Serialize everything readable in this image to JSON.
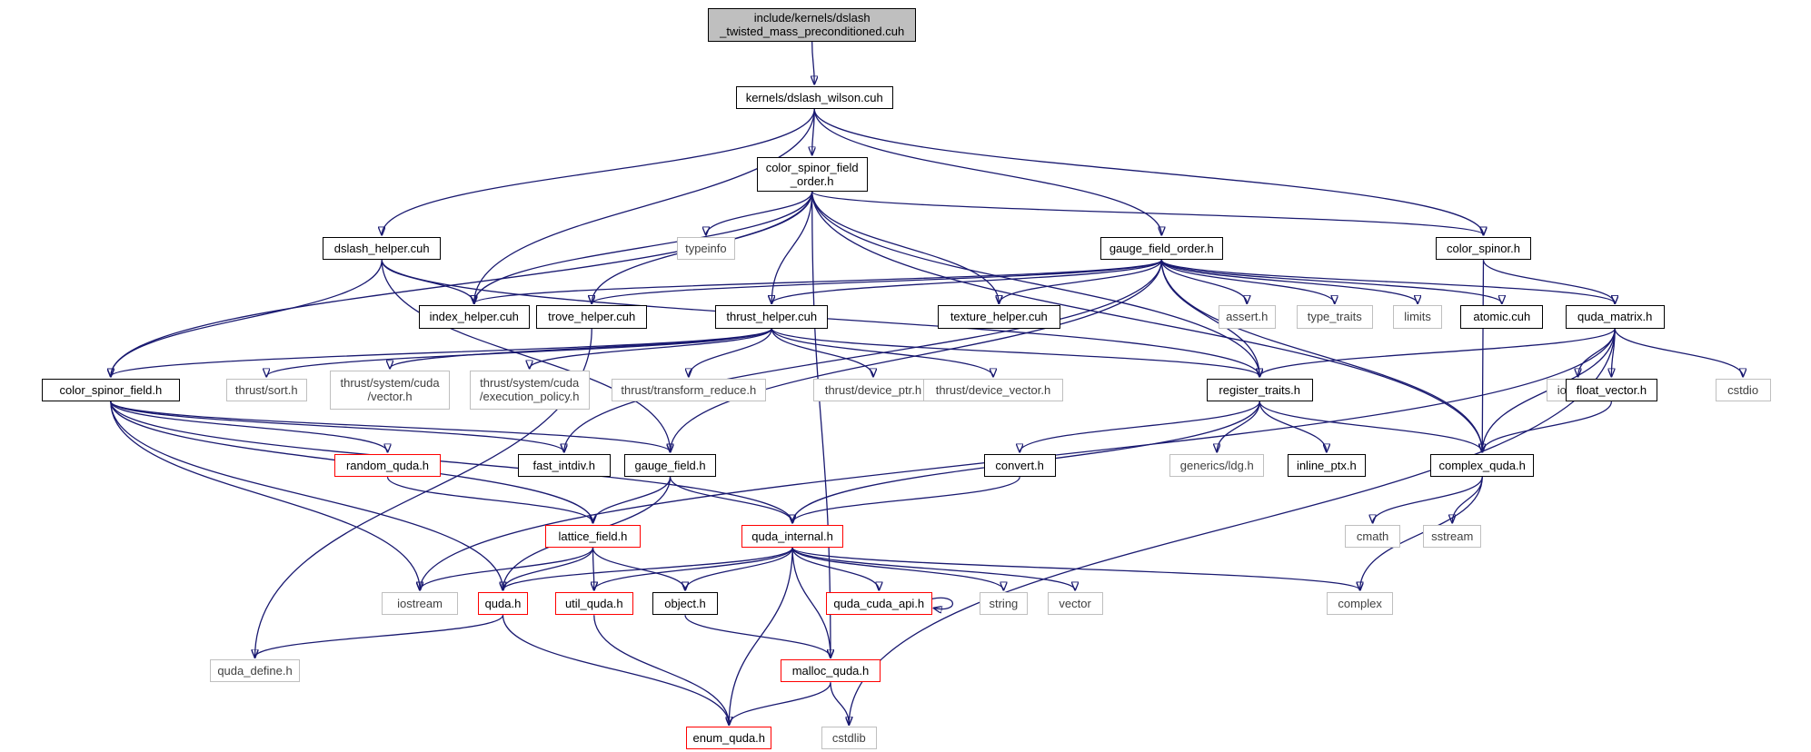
{
  "colors": {
    "edge": "#191970",
    "root_fill": "#bfbfbf",
    "gray_border": "#bfbfbf",
    "red_border": "#ff0000",
    "normal_border": "#000000"
  },
  "nodes": [
    {
      "id": "root",
      "label": "include/kernels/dslash\n_twisted_mass_preconditioned.cuh",
      "style": "root"
    },
    {
      "id": "dslash_wilson",
      "label": "kernels/dslash_wilson.cuh",
      "style": "normal"
    },
    {
      "id": "csfo",
      "label": "color_spinor_field\n_order.h",
      "style": "normal"
    },
    {
      "id": "dslash_helper",
      "label": "dslash_helper.cuh",
      "style": "normal"
    },
    {
      "id": "typeinfo",
      "label": "typeinfo",
      "style": "gray"
    },
    {
      "id": "gfo",
      "label": "gauge_field_order.h",
      "style": "normal"
    },
    {
      "id": "color_spinor",
      "label": "color_spinor.h",
      "style": "normal"
    },
    {
      "id": "index_helper",
      "label": "index_helper.cuh",
      "style": "normal"
    },
    {
      "id": "trove_helper",
      "label": "trove_helper.cuh",
      "style": "normal"
    },
    {
      "id": "thrust_helper",
      "label": "thrust_helper.cuh",
      "style": "normal"
    },
    {
      "id": "texture_helper",
      "label": "texture_helper.cuh",
      "style": "normal"
    },
    {
      "id": "assert",
      "label": "assert.h",
      "style": "gray"
    },
    {
      "id": "type_traits",
      "label": "type_traits",
      "style": "gray"
    },
    {
      "id": "limits",
      "label": "limits",
      "style": "gray"
    },
    {
      "id": "atomic",
      "label": "atomic.cuh",
      "style": "normal"
    },
    {
      "id": "quda_matrix",
      "label": "quda_matrix.h",
      "style": "normal"
    },
    {
      "id": "csf",
      "label": "color_spinor_field.h",
      "style": "normal"
    },
    {
      "id": "thrust_sort",
      "label": "thrust/sort.h",
      "style": "gray"
    },
    {
      "id": "thrust_cuda_vector",
      "label": "thrust/system/cuda\n/vector.h",
      "style": "gray"
    },
    {
      "id": "thrust_exec",
      "label": "thrust/system/cuda\n/execution_policy.h",
      "style": "gray"
    },
    {
      "id": "thrust_tr",
      "label": "thrust/transform_reduce.h",
      "style": "gray"
    },
    {
      "id": "thrust_dptr",
      "label": "thrust/device_ptr.h",
      "style": "gray"
    },
    {
      "id": "thrust_dvec",
      "label": "thrust/device_vector.h",
      "style": "gray"
    },
    {
      "id": "register_traits",
      "label": "register_traits.h",
      "style": "normal"
    },
    {
      "id": "iomanip",
      "label": "iomanip",
      "style": "gray"
    },
    {
      "id": "float_vector",
      "label": "float_vector.h",
      "style": "normal"
    },
    {
      "id": "cstdio",
      "label": "cstdio",
      "style": "gray"
    },
    {
      "id": "random_quda",
      "label": "random_quda.h",
      "style": "red"
    },
    {
      "id": "fast_intdiv",
      "label": "fast_intdiv.h",
      "style": "normal"
    },
    {
      "id": "gauge_field",
      "label": "gauge_field.h",
      "style": "normal"
    },
    {
      "id": "convert",
      "label": "convert.h",
      "style": "normal"
    },
    {
      "id": "generics_ldg",
      "label": "generics/ldg.h",
      "style": "gray"
    },
    {
      "id": "inline_ptx",
      "label": "inline_ptx.h",
      "style": "normal"
    },
    {
      "id": "complex_quda",
      "label": "complex_quda.h",
      "style": "normal"
    },
    {
      "id": "lattice_field",
      "label": "lattice_field.h",
      "style": "red"
    },
    {
      "id": "quda_internal",
      "label": "quda_internal.h",
      "style": "red"
    },
    {
      "id": "cmath",
      "label": "cmath",
      "style": "gray"
    },
    {
      "id": "sstream",
      "label": "sstream",
      "style": "gray"
    },
    {
      "id": "iostream",
      "label": "iostream",
      "style": "gray"
    },
    {
      "id": "quda_h",
      "label": "quda.h",
      "style": "red"
    },
    {
      "id": "util_quda",
      "label": "util_quda.h",
      "style": "red"
    },
    {
      "id": "object",
      "label": "object.h",
      "style": "normal"
    },
    {
      "id": "quda_cuda_api",
      "label": "quda_cuda_api.h",
      "style": "red"
    },
    {
      "id": "string",
      "label": "string",
      "style": "gray"
    },
    {
      "id": "vector",
      "label": "vector",
      "style": "gray"
    },
    {
      "id": "complex",
      "label": "complex",
      "style": "gray"
    },
    {
      "id": "quda_define",
      "label": "quda_define.h",
      "style": "gray"
    },
    {
      "id": "malloc_quda",
      "label": "malloc_quda.h",
      "style": "red"
    },
    {
      "id": "enum_quda",
      "label": "enum_quda.h",
      "style": "red"
    },
    {
      "id": "cstdlib",
      "label": "cstdlib",
      "style": "gray"
    }
  ],
  "edges": [
    [
      "root",
      "dslash_wilson"
    ],
    [
      "dslash_wilson",
      "csfo"
    ],
    [
      "dslash_wilson",
      "dslash_helper"
    ],
    [
      "dslash_wilson",
      "index_helper"
    ],
    [
      "dslash_wilson",
      "gfo"
    ],
    [
      "dslash_wilson",
      "color_spinor"
    ],
    [
      "csfo",
      "typeinfo"
    ],
    [
      "csfo",
      "index_helper"
    ],
    [
      "csfo",
      "trove_helper"
    ],
    [
      "csfo",
      "thrust_helper"
    ],
    [
      "csfo",
      "texture_helper"
    ],
    [
      "csfo",
      "color_spinor"
    ],
    [
      "csfo",
      "register_traits"
    ],
    [
      "csfo",
      "csf"
    ],
    [
      "csfo",
      "malloc_quda"
    ],
    [
      "csfo",
      "complex_quda"
    ],
    [
      "dslash_helper",
      "index_helper"
    ],
    [
      "dslash_helper",
      "csf"
    ],
    [
      "dslash_helper",
      "register_traits"
    ],
    [
      "dslash_helper",
      "gauge_field"
    ],
    [
      "gfo",
      "index_helper"
    ],
    [
      "gfo",
      "trove_helper"
    ],
    [
      "gfo",
      "thrust_helper"
    ],
    [
      "gfo",
      "texture_helper"
    ],
    [
      "gfo",
      "assert"
    ],
    [
      "gfo",
      "type_traits"
    ],
    [
      "gfo",
      "limits"
    ],
    [
      "gfo",
      "atomic"
    ],
    [
      "gfo",
      "quda_matrix"
    ],
    [
      "gfo",
      "register_traits"
    ],
    [
      "gfo",
      "fast_intdiv"
    ],
    [
      "gfo",
      "gauge_field"
    ],
    [
      "gfo",
      "complex_quda"
    ],
    [
      "color_spinor",
      "quda_matrix"
    ],
    [
      "color_spinor",
      "complex_quda"
    ],
    [
      "trove_helper",
      "quda_define"
    ],
    [
      "thrust_helper",
      "csf"
    ],
    [
      "thrust_helper",
      "thrust_sort"
    ],
    [
      "thrust_helper",
      "thrust_cuda_vector"
    ],
    [
      "thrust_helper",
      "thrust_exec"
    ],
    [
      "thrust_helper",
      "thrust_tr"
    ],
    [
      "thrust_helper",
      "thrust_dptr"
    ],
    [
      "thrust_helper",
      "thrust_dvec"
    ],
    [
      "thrust_helper",
      "register_traits"
    ],
    [
      "quda_matrix",
      "register_traits"
    ],
    [
      "quda_matrix",
      "iomanip"
    ],
    [
      "quda_matrix",
      "float_vector"
    ],
    [
      "quda_matrix",
      "cstdio"
    ],
    [
      "quda_matrix",
      "complex_quda"
    ],
    [
      "quda_matrix",
      "iostream"
    ],
    [
      "quda_matrix",
      "cstdlib"
    ],
    [
      "csf",
      "random_quda"
    ],
    [
      "csf",
      "fast_intdiv"
    ],
    [
      "csf",
      "gauge_field"
    ],
    [
      "csf",
      "lattice_field"
    ],
    [
      "csf",
      "quda_internal"
    ],
    [
      "csf",
      "iostream"
    ],
    [
      "csf",
      "quda_h"
    ],
    [
      "register_traits",
      "convert"
    ],
    [
      "register_traits",
      "generics_ldg"
    ],
    [
      "register_traits",
      "inline_ptx"
    ],
    [
      "register_traits",
      "complex_quda"
    ],
    [
      "register_traits",
      "quda_internal"
    ],
    [
      "float_vector",
      "complex_quda"
    ],
    [
      "random_quda",
      "lattice_field"
    ],
    [
      "gauge_field",
      "lattice_field"
    ],
    [
      "gauge_field",
      "quda_internal"
    ],
    [
      "gauge_field",
      "quda_h"
    ],
    [
      "convert",
      "quda_internal"
    ],
    [
      "complex_quda",
      "cmath"
    ],
    [
      "complex_quda",
      "sstream"
    ],
    [
      "complex_quda",
      "complex"
    ],
    [
      "lattice_field",
      "iostream"
    ],
    [
      "lattice_field",
      "quda_h"
    ],
    [
      "lattice_field",
      "util_quda"
    ],
    [
      "lattice_field",
      "object"
    ],
    [
      "quda_internal",
      "quda_h"
    ],
    [
      "quda_internal",
      "util_quda"
    ],
    [
      "quda_internal",
      "object"
    ],
    [
      "quda_internal",
      "quda_cuda_api"
    ],
    [
      "quda_internal",
      "string"
    ],
    [
      "quda_internal",
      "vector"
    ],
    [
      "quda_internal",
      "complex"
    ],
    [
      "quda_internal",
      "malloc_quda"
    ],
    [
      "quda_internal",
      "enum_quda"
    ],
    [
      "quda_cuda_api",
      "quda_cuda_api"
    ],
    [
      "quda_h",
      "quda_define"
    ],
    [
      "quda_h",
      "enum_quda"
    ],
    [
      "util_quda",
      "enum_quda"
    ],
    [
      "object",
      "malloc_quda"
    ],
    [
      "malloc_quda",
      "enum_quda"
    ],
    [
      "malloc_quda",
      "cstdlib"
    ]
  ]
}
